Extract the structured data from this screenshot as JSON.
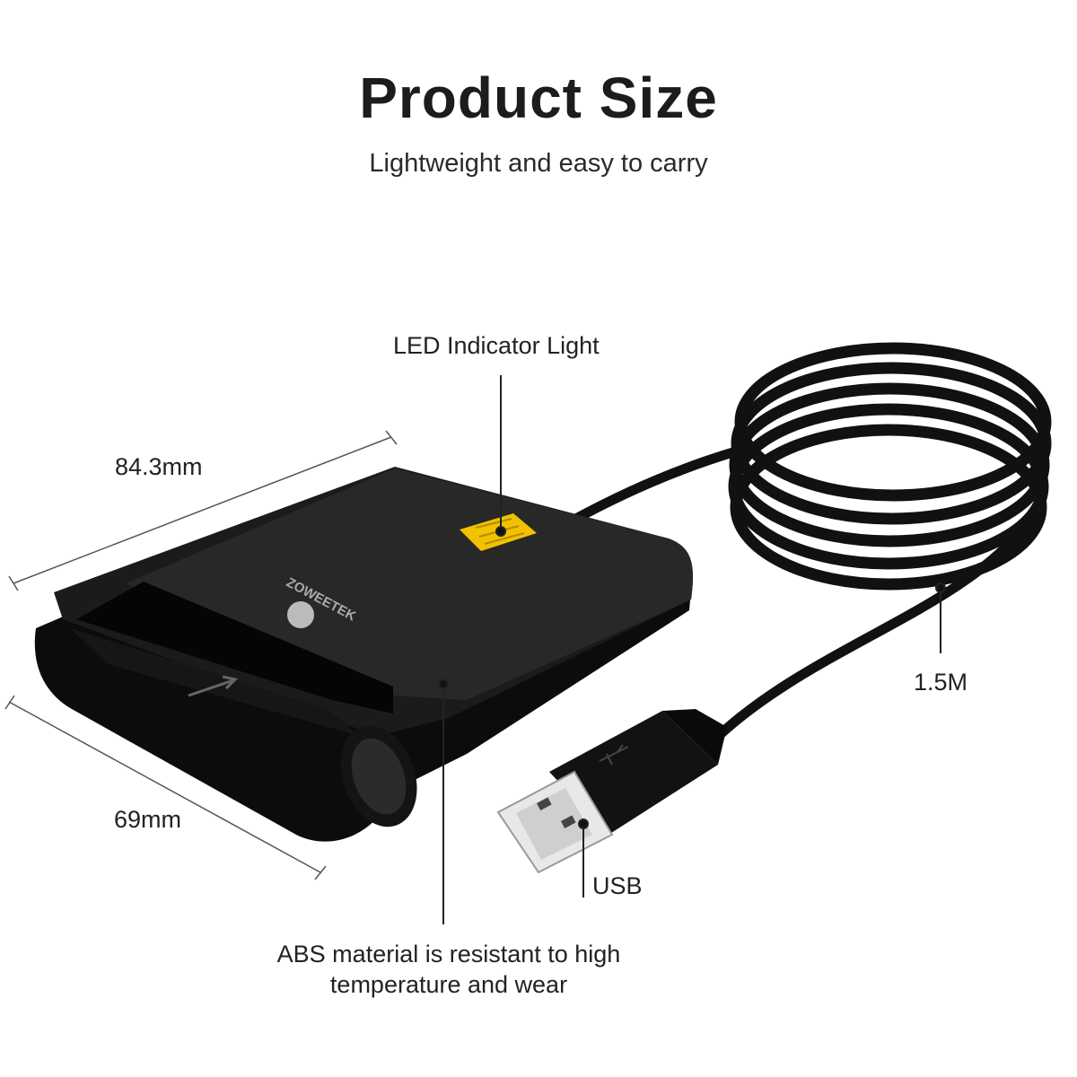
{
  "header": {
    "title": "Product Size",
    "subtitle": "Lightweight and easy to carry"
  },
  "callouts": {
    "led": "LED Indicator Light",
    "length": "84.3mm",
    "width": "69mm",
    "cable": "1.5M",
    "usb": "USB",
    "material": "ABS material is resistant to high temperature and wear"
  },
  "product": {
    "brand": "ZOWEETEK",
    "body_color": "#111111",
    "chip_color": "#f2c200",
    "usb_plug_color": "#e8e8e8"
  }
}
